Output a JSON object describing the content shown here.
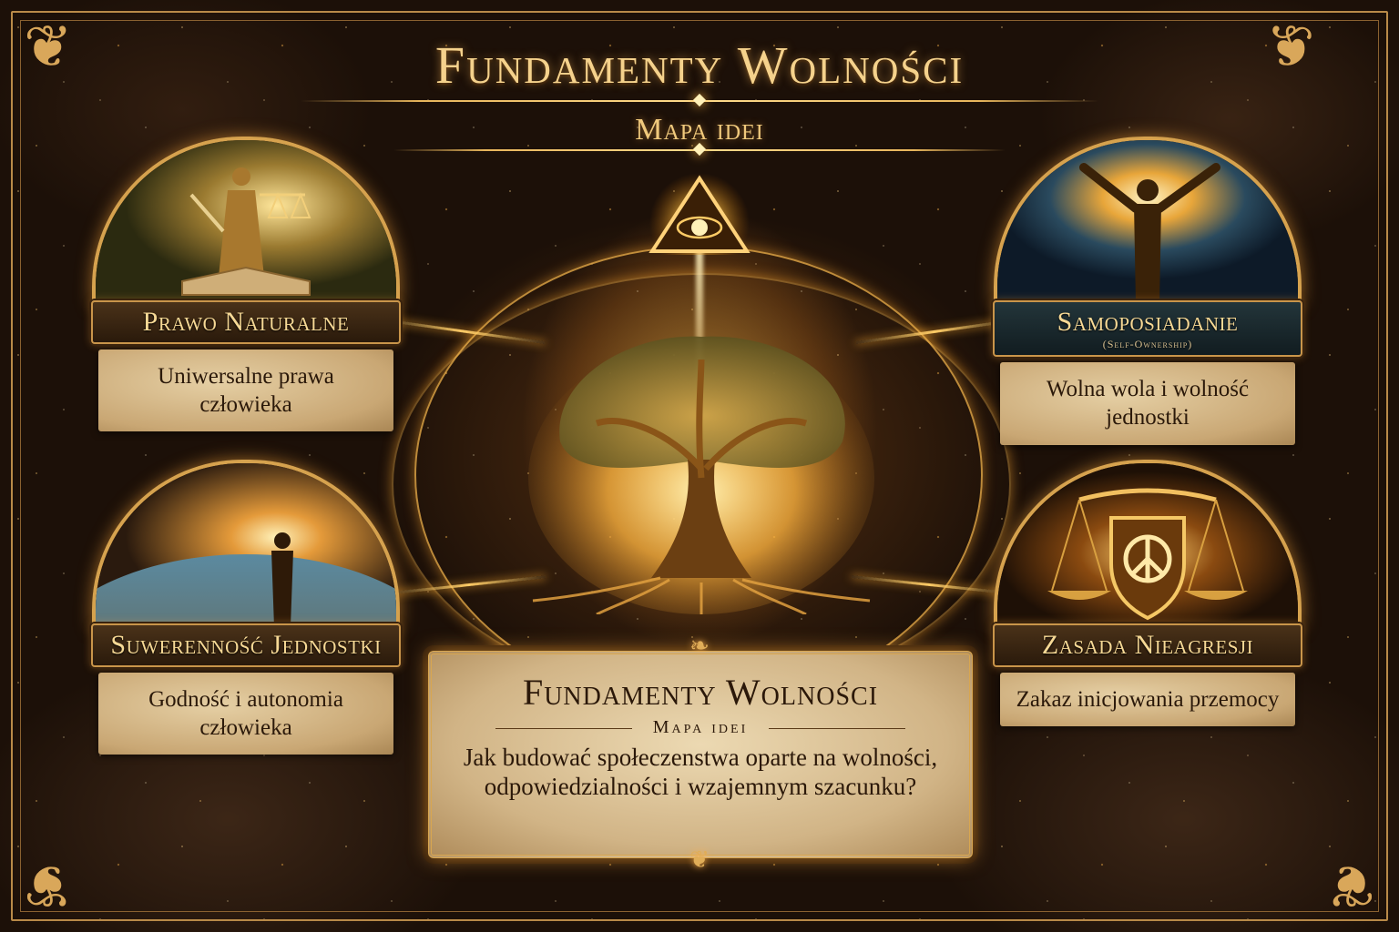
{
  "header": {
    "title": "Fundamenty Wolności",
    "subtitle": "Mapa idei"
  },
  "center": {
    "symbols": [
      "eye-of-providence-pyramid",
      "tree-of-life"
    ],
    "card": {
      "title": "Fundamenty Wolności",
      "subtitle": "Mapa idei",
      "question": "Jak budować społeczenstwa oparte na wolności, odpowiedzialności i wzajemnym szacunku?"
    }
  },
  "nodes": [
    {
      "id": "prawo-naturalne",
      "title": "Prawo Naturalne",
      "subtitle": "",
      "description": "Uniwersalne prawa człowieka",
      "image": "lady-justice-with-scales-and-book"
    },
    {
      "id": "samoposiadanie",
      "title": "Samoposiadanie",
      "subtitle": "(Self-Ownership)",
      "description": "Wolna wola i wolność jednostki",
      "image": "radiant-human-figure-arms-raised"
    },
    {
      "id": "suwerennosc-jednostki",
      "title": "Suwerenność Jednostki",
      "subtitle": "",
      "description": "Godność i autonomia człowieka",
      "image": "person-facing-earth-sunrise"
    },
    {
      "id": "zasada-nieagresji",
      "title": "Zasada Nieagresji",
      "subtitle": "",
      "description": "Zakaz inicjowania przemocy",
      "image": "scales-shield-peace-symbol-broken-chains"
    }
  ],
  "colors": {
    "gold": "#d6a24e",
    "gold_light": "#f5d28c",
    "background": "#1c1008",
    "parchment": "#d9c095",
    "ink": "#2b190a"
  }
}
